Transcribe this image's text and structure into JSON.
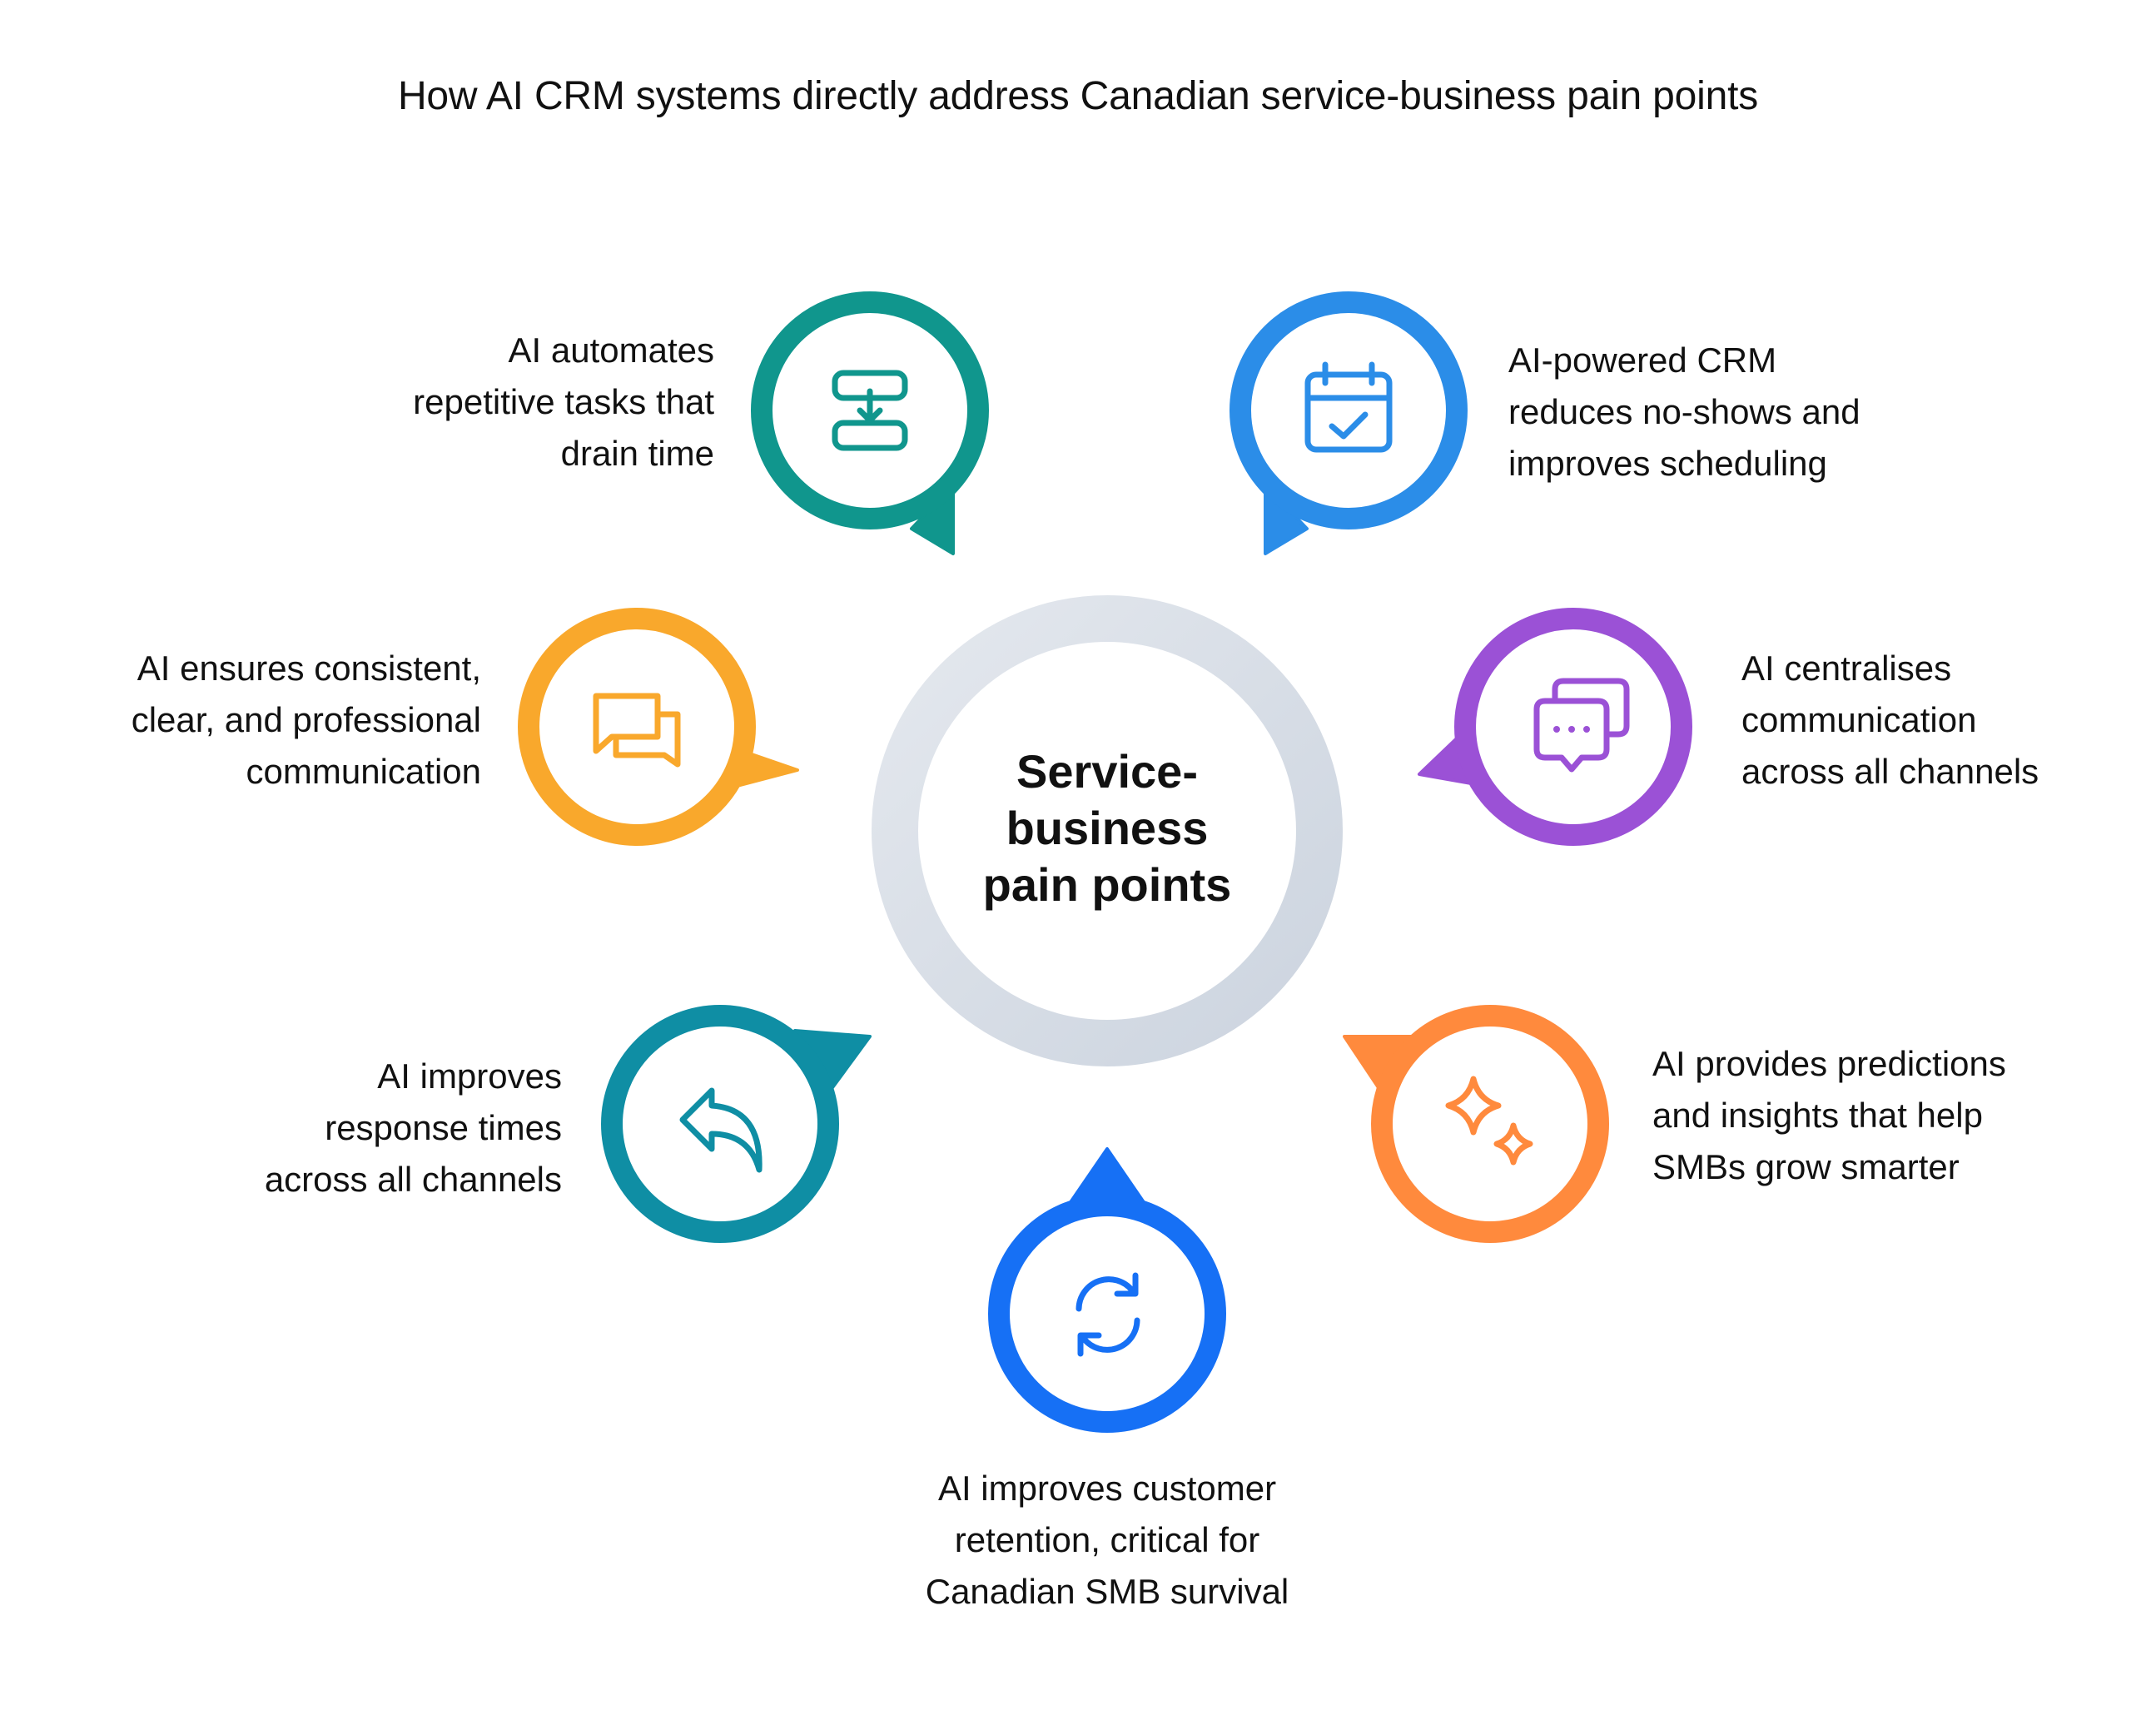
{
  "title": "How AI CRM systems directly address Canadian service-business pain points",
  "center": {
    "lines": [
      "Service-",
      "business",
      "pain points"
    ],
    "ring_colors": [
      "#e4e8ee",
      "#ccd4df"
    ]
  },
  "nodes": [
    {
      "id": "automates",
      "icon": "workflow-icon",
      "color": "#10968d",
      "lines": [
        "AI automates",
        "repetitive tasks that",
        "drain time"
      ]
    },
    {
      "id": "scheduling",
      "icon": "calendar-check-icon",
      "color": "#2b8de8",
      "lines": [
        "AI-powered CRM",
        "reduces no-shows and",
        "improves scheduling"
      ]
    },
    {
      "id": "consistent",
      "icon": "chat-bubbles-icon",
      "color": "#f9a82c",
      "lines": [
        "AI ensures consistent,",
        "clear, and professional",
        "communication"
      ]
    },
    {
      "id": "centralises",
      "icon": "message-dots-icon",
      "color": "#9b51d6",
      "lines": [
        "AI centralises",
        "communication",
        "across all channels"
      ]
    },
    {
      "id": "response",
      "icon": "reply-arrow-icon",
      "color": "#0f8ea4",
      "lines": [
        "AI improves",
        "response times",
        "across all channels"
      ]
    },
    {
      "id": "predictions",
      "icon": "sparkles-icon",
      "color": "#ff8a3d",
      "lines": [
        "AI provides predictions",
        "and insights that help",
        "SMBs grow smarter"
      ]
    },
    {
      "id": "retention",
      "icon": "refresh-cycle-icon",
      "color": "#1670f5",
      "lines": [
        "AI improves customer",
        "retention, critical for",
        "Canadian SMB survival"
      ]
    }
  ]
}
